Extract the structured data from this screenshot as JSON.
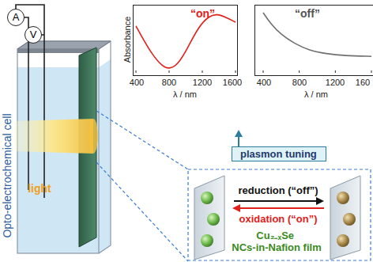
{
  "diagram": {
    "nodes": [
      {
        "text": [
          "A"
        ]
      },
      {
        "text": [
          "V"
        ]
      },
      {
        "text": [
          "“on”"
        ]
      },
      {
        "text": [
          "“off”"
        ]
      },
      {
        "text": [
          "plasmon tuning"
        ]
      }
    ],
    "labels": [
      "Opto-electrochemical cell",
      "Absorbance",
      "400",
      "800",
      "1200",
      "1600",
      "λ / nm",
      "400",
      "800",
      "1200",
      "160",
      "λ / nm",
      "light",
      "reduction (“off”)",
      "oxidation (“on”)",
      "Cu₂₋ₓSe NCs-in-Nafion film"
    ]
  }
}
